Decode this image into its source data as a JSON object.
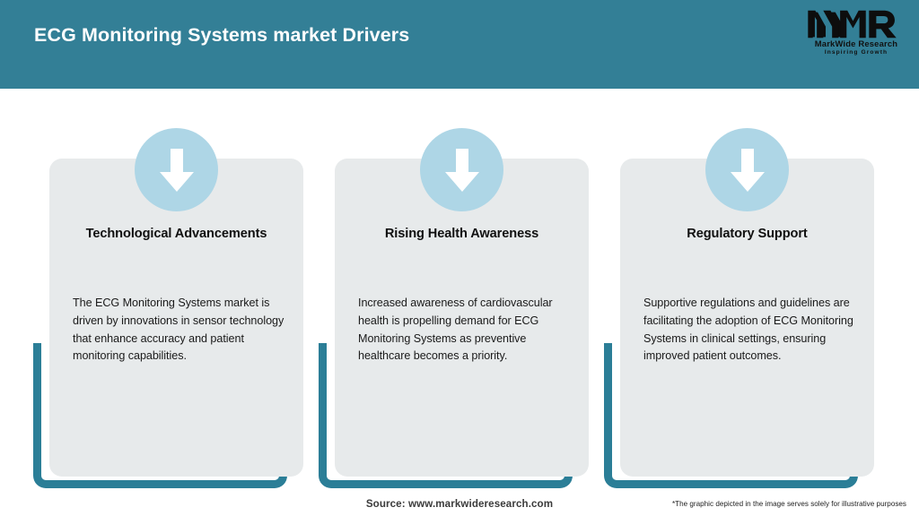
{
  "header": {
    "title": "ECG Monitoring Systems market Drivers",
    "band_color": "#337f96",
    "title_color": "#ffffff"
  },
  "logo": {
    "mark": "MWR",
    "name": "MarkWide Research",
    "tagline": "Inspiring Growth"
  },
  "theme": {
    "teal": "#337f96",
    "frame_teal": "#2b7e97",
    "card_grey": "#e7eaeb",
    "badge_blue": "#aed6e6",
    "arrow_white": "#ffffff",
    "text_dark": "#101010"
  },
  "drivers": [
    {
      "icon": "down-arrow-icon",
      "title": "Technological Advancements",
      "body": "The ECG Monitoring Systems market is driven by innovations in sensor technology that enhance accuracy and patient monitoring capabilities."
    },
    {
      "icon": "down-arrow-icon",
      "title": "Rising Health Awareness",
      "body": "Increased awareness of cardiovascular health is propelling demand for ECG Monitoring Systems as preventive healthcare becomes a priority."
    },
    {
      "icon": "down-arrow-icon",
      "title": "Regulatory Support",
      "body": "Supportive regulations and guidelines are facilitating the adoption of ECG Monitoring Systems in clinical settings, ensuring improved patient outcomes."
    }
  ],
  "footer": {
    "source": "Source: www.markwideresearch.com",
    "disclaimer": "*The graphic depicted in the image serves solely for illustrative purposes"
  }
}
